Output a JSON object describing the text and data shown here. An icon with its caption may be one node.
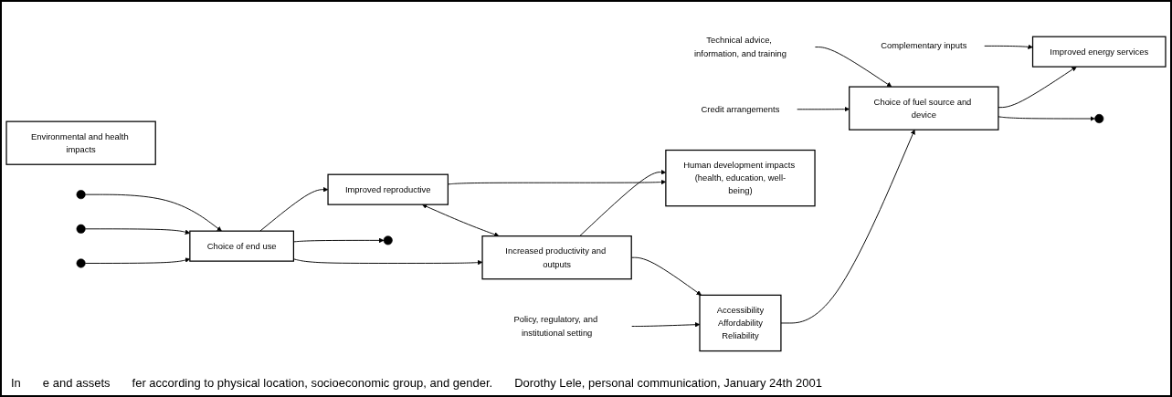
{
  "diagram": {
    "nodes": [
      {
        "text": [
          "Accessibility",
          "Affordability",
          "Reliability"
        ]
      },
      {
        "text": [
          "Choice of fuel source and device"
        ]
      },
      {
        "text": [
          "Improved energy services"
        ]
      },
      {
        "text": [
          "Environmental and health impacts"
        ]
      },
      {
        "text": [
          "Choice of end use"
        ]
      },
      {
        "text": [
          "Improved reproductive"
        ]
      },
      {
        "text": [
          "Increased productivity and outputs"
        ]
      },
      {
        "text": [
          "Human development impacts (health, education, well-being)"
        ]
      },
      {
        "text": [
          "Policy, regulatory, and institutional setting"
        ]
      },
      {
        "text": [
          "Credit arrangements"
        ]
      },
      {
        "text": [
          "Technical advice, information, and training"
        ]
      },
      {
        "text": [
          "Complementary inputs"
        ]
      }
    ],
    "edges": [
      {
        "from": 8,
        "to": 0,
        "arrow": "to"
      },
      {
        "from": 0,
        "to": 1,
        "arrow": "to"
      },
      {
        "from": 9,
        "to": 1,
        "arrow": "to"
      },
      {
        "from": 10,
        "to": 1,
        "arrow": "to"
      },
      {
        "from": 1,
        "to": 2,
        "arrow": "to"
      },
      {
        "from": 11,
        "to": 2,
        "arrow": "to"
      },
      {
        "from": 1,
        "to": null,
        "arrow": "to"
      },
      {
        "from": null,
        "to": 4,
        "arrow": "to"
      },
      {
        "from": null,
        "to": 4,
        "arrow": "to"
      },
      {
        "from": null,
        "to": 4,
        "arrow": "to"
      },
      {
        "from": 4,
        "to": null,
        "arrow": "to"
      },
      {
        "from": 4,
        "to": 5,
        "arrow": "to"
      },
      {
        "from": 4,
        "to": 6,
        "arrow": "to"
      },
      {
        "from": 5,
        "to": 6,
        "arrow": "both"
      },
      {
        "from": 5,
        "to": 7,
        "arrow": "to"
      },
      {
        "from": 6,
        "to": 7,
        "arrow": "to"
      },
      {
        "from": 6,
        "to": 0,
        "arrow": "to"
      }
    ],
    "labels": [
      "In",
      "e and assets",
      "fer according to physical location, socioeconomic group, and gender.",
      "Dorothy Lele, personal communication, January 24th 2001"
    ]
  }
}
